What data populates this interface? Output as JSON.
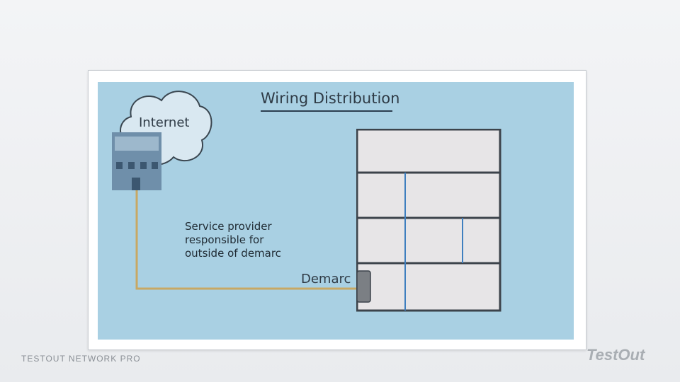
{
  "diagram": {
    "title": "Wiring Distribution",
    "cloud_label": "Internet",
    "note_lines": [
      "Service provider",
      "responsible for",
      "outside of demarc"
    ],
    "demarc_label": "Demarc"
  },
  "footer": {
    "course_label": "TESTOUT NETWORK PRO",
    "logo_text": "TestOut"
  },
  "colors": {
    "panel": "#a9d0e3",
    "cable": "#c8a864",
    "building_fill": "#e7e5e7",
    "building_border": "#3c434b",
    "riser": "#3f7fbf",
    "demarc_box": "#7b7f84",
    "isp_building": "#6f8faa"
  }
}
